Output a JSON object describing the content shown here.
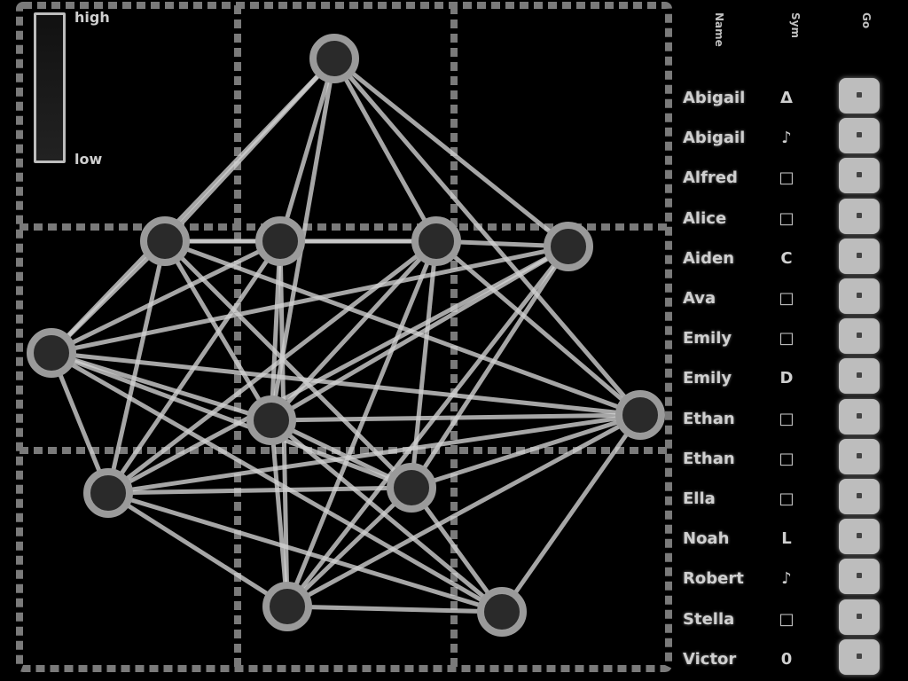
{
  "legend": {
    "high_label": "high",
    "low_label": "low"
  },
  "columns": {
    "name_header": "Name",
    "symbol_header": "Sym",
    "action_header": "Go"
  },
  "players": [
    {
      "name": "Abigail",
      "glyph": "Δ"
    },
    {
      "name": "Abigail",
      "glyph": "♪"
    },
    {
      "name": "Alfred",
      "glyph": "□"
    },
    {
      "name": "Alice",
      "glyph": "□"
    },
    {
      "name": "Aiden",
      "glyph": "C"
    },
    {
      "name": "Ava",
      "glyph": "□"
    },
    {
      "name": "Emily",
      "glyph": "□"
    },
    {
      "name": "Emily",
      "glyph": "D"
    },
    {
      "name": "Ethan",
      "glyph": "□"
    },
    {
      "name": "Ethan",
      "glyph": "□"
    },
    {
      "name": "Ella",
      "glyph": "□"
    },
    {
      "name": "Noah",
      "glyph": "L"
    },
    {
      "name": "Robert",
      "glyph": "♪"
    },
    {
      "name": "Stella",
      "glyph": "□"
    },
    {
      "name": "Victor",
      "glyph": "0"
    }
  ],
  "graph": {
    "nodes": [
      "n0",
      "n1",
      "n2",
      "n3",
      "n4",
      "n5",
      "n6",
      "n7",
      "n8",
      "n9",
      "n10",
      "n11"
    ],
    "edges": [
      [
        "n0",
        "n1"
      ],
      [
        "n0",
        "n2"
      ],
      [
        "n0",
        "n3"
      ],
      [
        "n0",
        "n4"
      ],
      [
        "n0",
        "n5"
      ],
      [
        "n0",
        "n6"
      ],
      [
        "n0",
        "n7"
      ],
      [
        "n1",
        "n2"
      ],
      [
        "n1",
        "n3"
      ],
      [
        "n1",
        "n5"
      ],
      [
        "n1",
        "n6"
      ],
      [
        "n1",
        "n7"
      ],
      [
        "n1",
        "n8"
      ],
      [
        "n1",
        "n9"
      ],
      [
        "n2",
        "n3"
      ],
      [
        "n2",
        "n5"
      ],
      [
        "n2",
        "n6"
      ],
      [
        "n2",
        "n8"
      ],
      [
        "n2",
        "n10"
      ],
      [
        "n3",
        "n4"
      ],
      [
        "n3",
        "n6"
      ],
      [
        "n3",
        "n7"
      ],
      [
        "n3",
        "n8"
      ],
      [
        "n3",
        "n9"
      ],
      [
        "n3",
        "n10"
      ],
      [
        "n4",
        "n5"
      ],
      [
        "n4",
        "n6"
      ],
      [
        "n4",
        "n8"
      ],
      [
        "n4",
        "n9"
      ],
      [
        "n4",
        "n10"
      ],
      [
        "n5",
        "n6"
      ],
      [
        "n5",
        "n7"
      ],
      [
        "n5",
        "n8"
      ],
      [
        "n5",
        "n9"
      ],
      [
        "n5",
        "n11"
      ],
      [
        "n6",
        "n7"
      ],
      [
        "n6",
        "n9"
      ],
      [
        "n6",
        "n10"
      ],
      [
        "n6",
        "n11"
      ],
      [
        "n7",
        "n8"
      ],
      [
        "n7",
        "n9"
      ],
      [
        "n7",
        "n10"
      ],
      [
        "n7",
        "n11"
      ],
      [
        "n8",
        "n9"
      ],
      [
        "n8",
        "n10"
      ],
      [
        "n8",
        "n11"
      ],
      [
        "n9",
        "n10"
      ],
      [
        "n9",
        "n11"
      ],
      [
        "n10",
        "n11"
      ]
    ]
  },
  "colors": {
    "background": "#000000",
    "edge": "#d0d0d0",
    "node_fill": "#2a2a2a",
    "node_ring": "#9a9a9a",
    "grid": "#7a7a7a"
  }
}
